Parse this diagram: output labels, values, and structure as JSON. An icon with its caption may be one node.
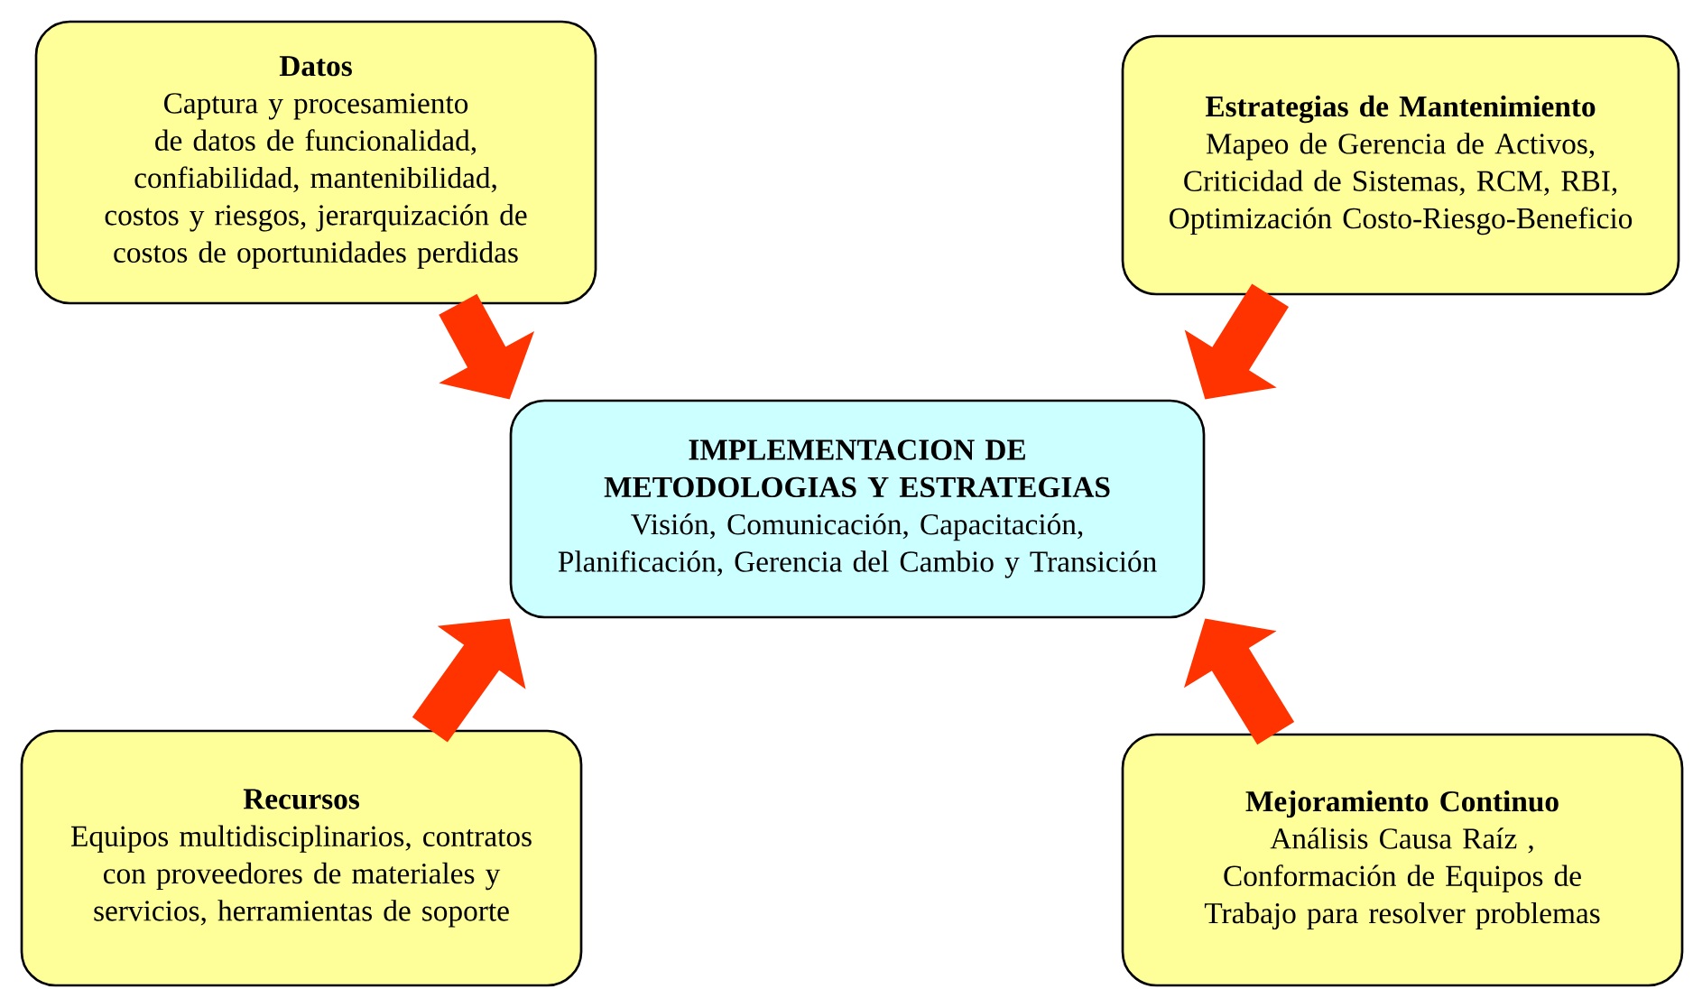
{
  "diagram": {
    "nodes": [
      {
        "text": [
          "Datos",
          "Captura y procesamiento de datos de funcionalidad, confiabilidad, mantenibilidad, costos y riesgos, jerarquización de costos de oportunidades perdidas"
        ]
      },
      {
        "text": [
          "Estrategias de Mantenimiento",
          "Mapeo de Gerencia de Activos, Criticidad de Sistemas, RCM, RBI, Optimización Costo-Riesgo-Beneficio"
        ]
      },
      {
        "text": [
          "IMPLEMENTACION DE METODOLOGIAS Y ESTRATEGIAS",
          "Visión, Comunicación, Capacitación, Planificación, Gerencia del Cambio y Transición"
        ]
      },
      {
        "text": [
          "Recursos",
          "Equipos multidisciplinarios, contratos con proveedores de materiales y servicios, herramientas de soporte"
        ]
      },
      {
        "text": [
          "Mejoramiento Continuo",
          "Análisis Causa Raíz , Conformación de Equipos de Trabajo para resolver problemas"
        ]
      }
    ],
    "edges": [
      {
        "from": 0,
        "to": 2,
        "arrow": "to"
      },
      {
        "from": 1,
        "to": 2,
        "arrow": "to"
      },
      {
        "from": 3,
        "to": 2,
        "arrow": "to"
      },
      {
        "from": 4,
        "to": 2,
        "arrow": "to"
      }
    ]
  }
}
